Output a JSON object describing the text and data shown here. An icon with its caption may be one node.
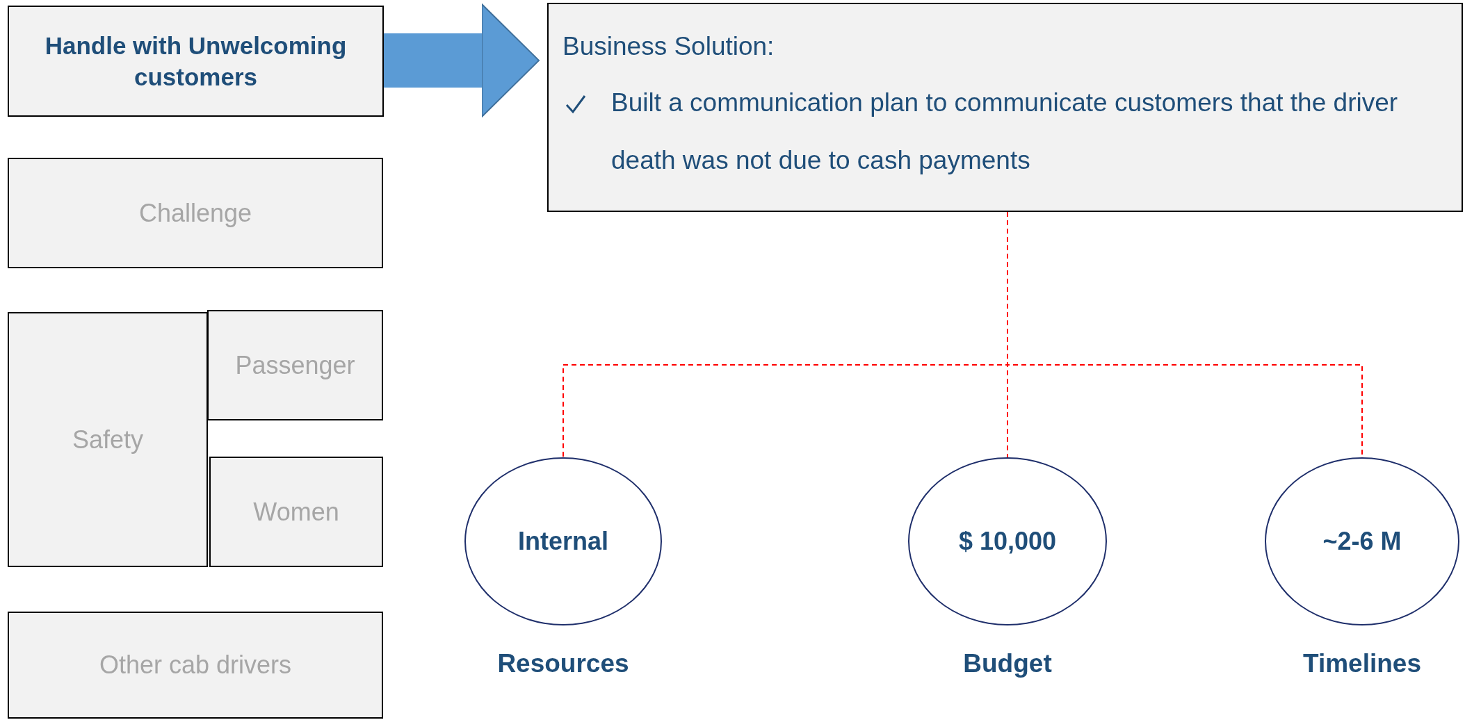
{
  "diagram": {
    "nodes": [
      {
        "text": [
          "Handle with Unwelcoming customers"
        ]
      },
      {
        "text": [
          "Business Solution:",
          "Built a communication plan to communicate customers that the driver death was not due to cash payments"
        ]
      },
      {
        "text": [
          "Challenge"
        ]
      },
      {
        "text": [
          "Safety"
        ]
      },
      {
        "text": [
          "Passenger"
        ]
      },
      {
        "text": [
          "Women"
        ]
      },
      {
        "text": [
          "Other cab drivers"
        ]
      },
      {
        "text": [
          "Internal"
        ],
        "beside": [
          "Resources"
        ]
      },
      {
        "text": [
          "$ 10,000"
        ],
        "beside": [
          "Budget"
        ]
      },
      {
        "text": [
          "~2-6 M"
        ],
        "beside": [
          "Timelines"
        ]
      }
    ],
    "edges": [
      {
        "from": 0,
        "to": 1,
        "arrow": "to",
        "style": "thick",
        "color": "#5b9bd5"
      },
      {
        "from": 1,
        "to": 7,
        "arrow": "none",
        "style": "dashed",
        "color": "#ff0000"
      },
      {
        "from": 1,
        "to": 8,
        "arrow": "none",
        "style": "dashed",
        "color": "#ff0000"
      },
      {
        "from": 1,
        "to": 9,
        "arrow": "none",
        "style": "dashed",
        "color": "#ff0000"
      }
    ]
  }
}
